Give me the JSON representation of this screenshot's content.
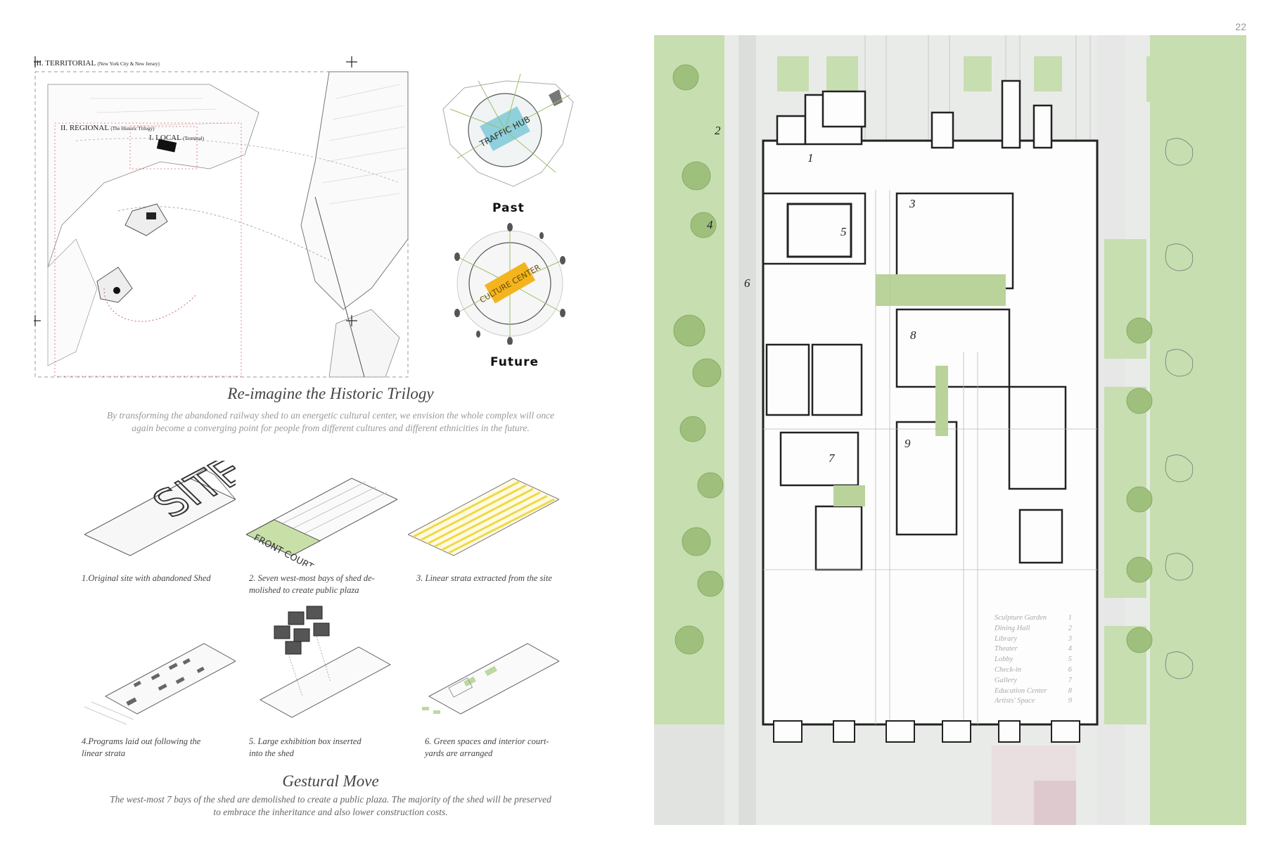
{
  "page_number": "22",
  "map": {
    "territorial_label": "III. TERRITORIAL",
    "territorial_sub": "(New York City & New Jersey)",
    "regional_label": "II. REGIONAL",
    "regional_sub": "(The Historic Trilogy)",
    "local_label": "I. LOCAL",
    "local_sub": "(Terminal)"
  },
  "globes": {
    "past_label": "Past",
    "past_hub_text": "TRAFFIC HUB",
    "future_label": "Future",
    "future_center_text": "CULTURE CENTER"
  },
  "intro": {
    "title": "Re-imagine the Historic Trilogy",
    "description_line1": "By transforming the abandoned railway shed to an energetic cultural center, we envision the whole complex will once",
    "description_line2": "again become a converging point for people from different cultures and different ethnicities in the future."
  },
  "steps": [
    {
      "line1": "1.Original site with abandoned Shed",
      "line2": "",
      "graphic_text": "SITE"
    },
    {
      "line1": "2. Seven west-most bays of shed de-",
      "line2": "molished to create public plaza",
      "graphic_text": "FRONT COURT"
    },
    {
      "line1": "3. Linear strata extracted from the site",
      "line2": ""
    },
    {
      "line1": "4.Programs laid out following the",
      "line2": "linear strata"
    },
    {
      "line1": "5. Large exhibition box inserted",
      "line2": "into the shed"
    },
    {
      "line1": "6. Green spaces and interior court-",
      "line2": "yards are arranged"
    }
  ],
  "gesture": {
    "title": "Gestural Move",
    "description_line1": "The west-most 7 bays of the shed are demolished to create a public plaza. The majority of the shed will be preserved",
    "description_line2": "to embrace the inheritance and also lower construction costs."
  },
  "plan_numbers": [
    "1",
    "2",
    "3",
    "4",
    "5",
    "6",
    "7",
    "8",
    "9"
  ],
  "legend": [
    {
      "name": "Sculpture Garden",
      "num": "1"
    },
    {
      "name": "Dining Hall",
      "num": "2"
    },
    {
      "name": "Library",
      "num": "3"
    },
    {
      "name": "Theater",
      "num": "4"
    },
    {
      "name": "Lobby",
      "num": "5"
    },
    {
      "name": "Check-in",
      "num": "6"
    },
    {
      "name": "Gallery",
      "num": "7"
    },
    {
      "name": "Education Center",
      "num": "8"
    },
    {
      "name": "Artists' Space",
      "num": "9"
    }
  ],
  "colors": {
    "grass": "#c7deb0",
    "tree": "#9fc07c",
    "culture_yellow": "#f3b41e",
    "hub_blue": "#8fd0dc",
    "strata_yellow": "#f5e27a",
    "greenery": "#b9d39a"
  }
}
